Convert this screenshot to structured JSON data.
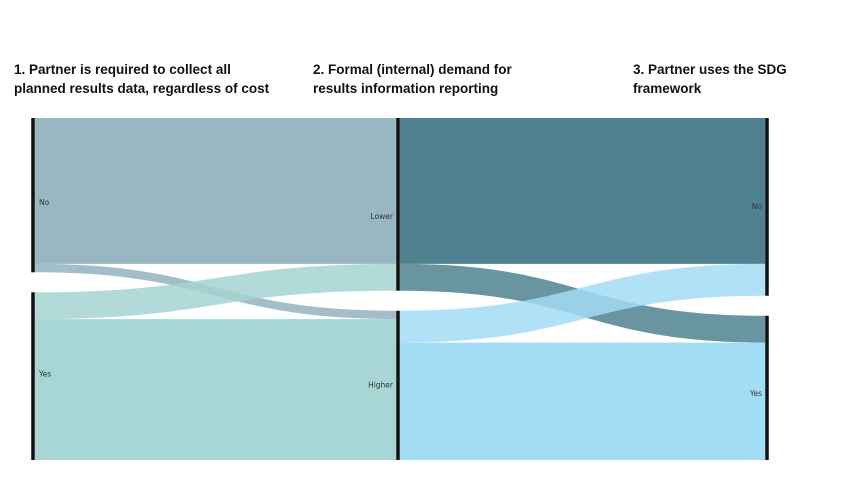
{
  "headings": [
    {
      "lines": [
        "1. Partner is required to collect all",
        "planned results data, regardless of cost"
      ]
    },
    {
      "lines": [
        "2. Formal (internal) demand for",
        "results information reporting"
      ]
    },
    {
      "lines": [
        "3. Partner uses the SDG",
        "framework"
      ]
    }
  ],
  "stages": [
    {
      "nodes": [
        {
          "label": "No",
          "value": 92
        },
        {
          "label": "Yes",
          "value": 100
        }
      ]
    },
    {
      "nodes": [
        {
          "label": "Lower",
          "value": 103
        },
        {
          "label": "Higher",
          "value": 89
        }
      ]
    },
    {
      "nodes": [
        {
          "label": "No",
          "value": 106
        },
        {
          "label": "Yes",
          "value": 86
        }
      ]
    }
  ],
  "links": [
    {
      "stage": 0,
      "source": 0,
      "target": 0,
      "value": 87
    },
    {
      "stage": 0,
      "source": 0,
      "target": 1,
      "value": 5
    },
    {
      "stage": 0,
      "source": 1,
      "target": 0,
      "value": 16
    },
    {
      "stage": 0,
      "source": 1,
      "target": 1,
      "value": 84
    },
    {
      "stage": 1,
      "source": 0,
      "target": 0,
      "value": 87
    },
    {
      "stage": 1,
      "source": 0,
      "target": 1,
      "value": 16
    },
    {
      "stage": 1,
      "source": 1,
      "target": 0,
      "value": 19
    },
    {
      "stage": 1,
      "source": 1,
      "target": 1,
      "value": 70
    }
  ],
  "colors": {
    "stage0_no": "#94b3c0",
    "stage0_yes": "#a3d4d2",
    "stage1_lower": "#4f8291",
    "stage1_higher": "#a3dcf5",
    "node_bar": "#111111"
  }
}
